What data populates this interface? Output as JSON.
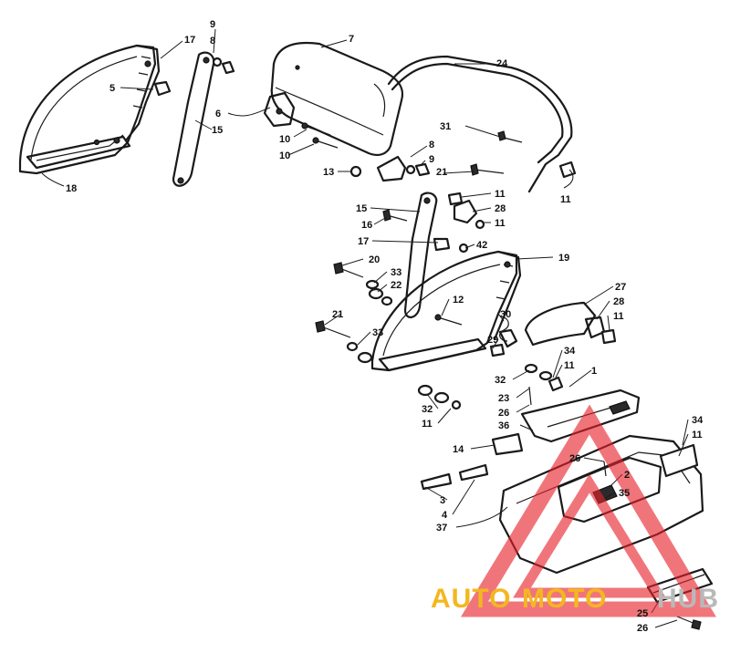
{
  "callouts": [
    {
      "id": "c9a",
      "text": "9"
    },
    {
      "id": "c8a",
      "text": "8"
    },
    {
      "id": "c17a",
      "text": "17"
    },
    {
      "id": "c7",
      "text": "7"
    },
    {
      "id": "c24",
      "text": "24"
    },
    {
      "id": "c5",
      "text": "5"
    },
    {
      "id": "c6",
      "text": "6"
    },
    {
      "id": "c15a",
      "text": "15"
    },
    {
      "id": "c10a",
      "text": "10"
    },
    {
      "id": "c10b",
      "text": "10"
    },
    {
      "id": "c31",
      "text": "31"
    },
    {
      "id": "c8b",
      "text": "8"
    },
    {
      "id": "c9b",
      "text": "9"
    },
    {
      "id": "c13",
      "text": "13"
    },
    {
      "id": "c21a",
      "text": "21"
    },
    {
      "id": "c18",
      "text": "18"
    },
    {
      "id": "c11a",
      "text": "11"
    },
    {
      "id": "c11b",
      "text": "11"
    },
    {
      "id": "c28a",
      "text": "28"
    },
    {
      "id": "c11c",
      "text": "11"
    },
    {
      "id": "c15b",
      "text": "15"
    },
    {
      "id": "c16",
      "text": "16"
    },
    {
      "id": "c17b",
      "text": "17"
    },
    {
      "id": "c42",
      "text": "42"
    },
    {
      "id": "c20",
      "text": "20"
    },
    {
      "id": "c19",
      "text": "19"
    },
    {
      "id": "c33a",
      "text": "33"
    },
    {
      "id": "c22",
      "text": "22"
    },
    {
      "id": "c27",
      "text": "27"
    },
    {
      "id": "c12",
      "text": "12"
    },
    {
      "id": "c28b",
      "text": "28"
    },
    {
      "id": "c21b",
      "text": "21"
    },
    {
      "id": "c30",
      "text": "30"
    },
    {
      "id": "c11d",
      "text": "11"
    },
    {
      "id": "c33b",
      "text": "33"
    },
    {
      "id": "c29",
      "text": "29"
    },
    {
      "id": "c34a",
      "text": "34"
    },
    {
      "id": "c11e",
      "text": "11"
    },
    {
      "id": "c1",
      "text": "1"
    },
    {
      "id": "c32a",
      "text": "32"
    },
    {
      "id": "c23",
      "text": "23"
    },
    {
      "id": "c26a",
      "text": "26"
    },
    {
      "id": "c32b",
      "text": "32"
    },
    {
      "id": "c11f",
      "text": "11"
    },
    {
      "id": "c36",
      "text": "36"
    },
    {
      "id": "c34b",
      "text": "34"
    },
    {
      "id": "c11g",
      "text": "11"
    },
    {
      "id": "c14",
      "text": "14"
    },
    {
      "id": "c26b",
      "text": "26"
    },
    {
      "id": "c2",
      "text": "2"
    },
    {
      "id": "c35",
      "text": "35"
    },
    {
      "id": "c3",
      "text": "3"
    },
    {
      "id": "c4",
      "text": "4"
    },
    {
      "id": "c37",
      "text": "37"
    },
    {
      "id": "c25",
      "text": "25"
    },
    {
      "id": "c26c",
      "text": "26"
    }
  ],
  "watermark": {
    "text_a": "AUTO",
    "text_b": "MOTO",
    "text_c": "HUB",
    "red": "#e8222a",
    "gold": "#f3b71f",
    "gray": "#b9b9b9"
  }
}
